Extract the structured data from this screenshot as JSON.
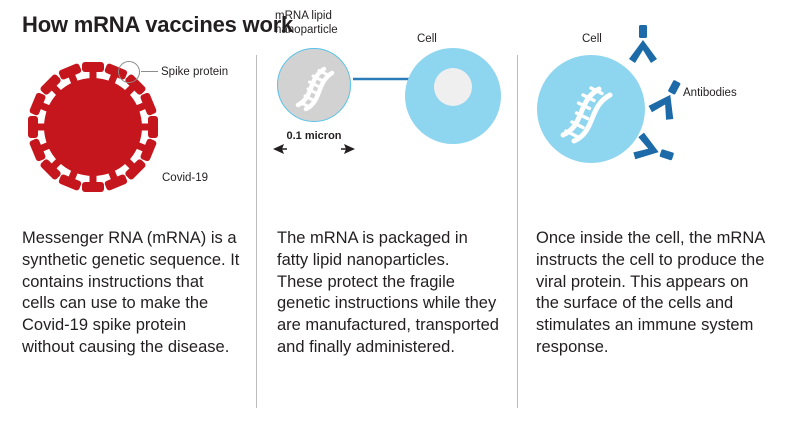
{
  "title": "How mRNA vaccines work",
  "colors": {
    "virus_red": "#C4161C",
    "cell_blue": "#8ED5EF",
    "nanoparticle_gray": "#D2D2D2",
    "nanoparticle_outline": "#59C2E8",
    "antibody_blue": "#1C6BA8",
    "arrow_blue": "#2B7BB9",
    "text": "#231F20",
    "divider": "#BCBCBC",
    "background": "#FFFFFF"
  },
  "panels": [
    {
      "id": "panel-mrna-basics",
      "labels": {
        "spike": "Spike protein",
        "virus": "Covid-19"
      },
      "body": "Messenger RNA (mRNA) is a synthetic genetic sequence. It contains instructions that cells can use to make the Covid-19 spike protein without causing the disease."
    },
    {
      "id": "panel-lipid-nanoparticle",
      "labels": {
        "nanoparticle": "mRNA lipid\nnanoparticle",
        "cell": "Cell",
        "scale": "0.1\nmicron"
      },
      "body": "The mRNA is packaged in fatty lipid nanoparticles. These protect the fragile genetic instructions while they are manufactured, transported and finally administered."
    },
    {
      "id": "panel-immune-response",
      "labels": {
        "cell": "Cell",
        "antibodies": "Antibodies"
      },
      "body": "Once inside the cell, the mRNA instructs the cell to produce the viral protein. This appears on the surface of the cells and stimulates an immune system response."
    }
  ]
}
